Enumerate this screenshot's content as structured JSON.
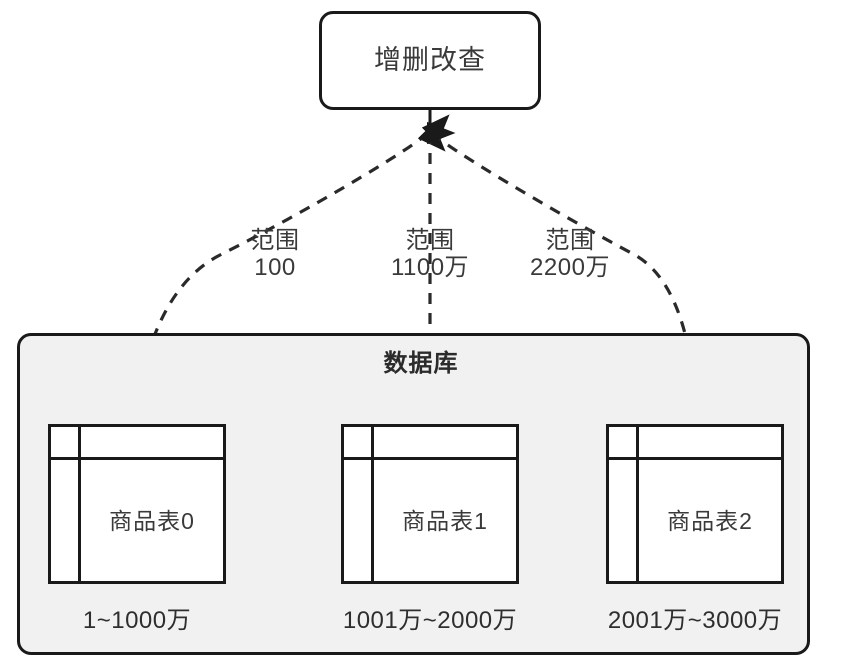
{
  "diagram": {
    "title_box": {
      "label": "增删改查"
    },
    "database": {
      "label": "数据库"
    },
    "edges": [
      {
        "name": "range-0",
        "line1": "范围",
        "line2": "100"
      },
      {
        "name": "range-1",
        "line1": "范围",
        "line2": "1100万"
      },
      {
        "name": "range-2",
        "line1": "范围",
        "line2": "2200万"
      }
    ],
    "tables": [
      {
        "name": "商品表0",
        "range": "1~1000万"
      },
      {
        "name": "商品表1",
        "range": "1001万~2000万"
      },
      {
        "name": "商品表2",
        "range": "2001万~3000万"
      }
    ],
    "colors": {
      "stroke": "#1a1a1a",
      "container_fill": "#f1f1f1",
      "box_fill": "#ffffff",
      "text": "#3a3a3a",
      "background": "#ffffff"
    }
  }
}
